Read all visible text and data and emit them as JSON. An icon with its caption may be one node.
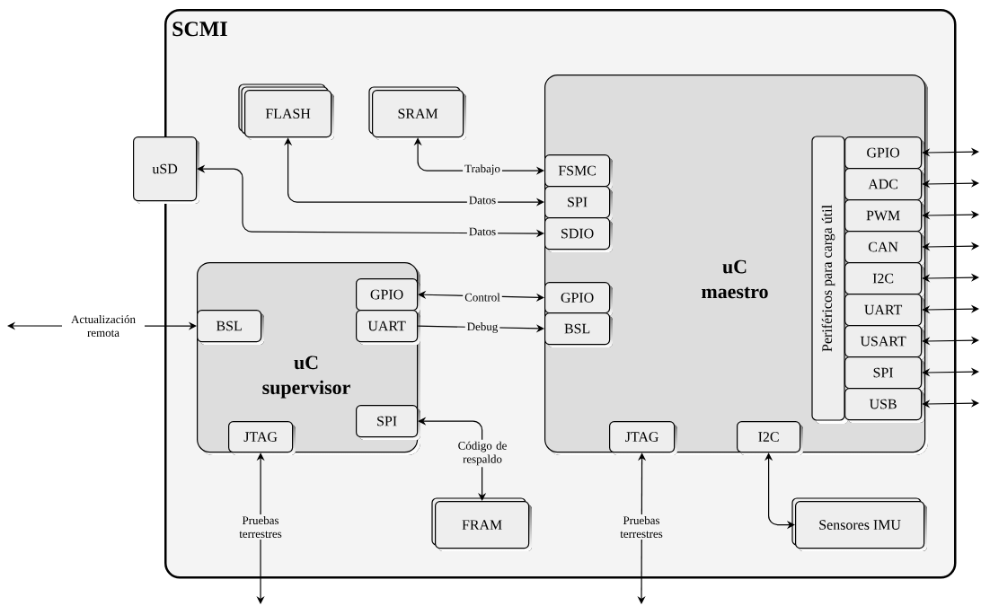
{
  "diagram": {
    "nodes": [
      {
        "text": [
          "SCMI"
        ]
      },
      {
        "text": [
          "uC maestro"
        ],
        "in": 0
      },
      {
        "text": [
          "Periféricos para carga útil"
        ],
        "in": 1
      },
      {
        "text": [
          "GPIO"
        ],
        "in": 1
      },
      {
        "text": [
          "ADC"
        ],
        "in": 1
      },
      {
        "text": [
          "PWM"
        ],
        "in": 1
      },
      {
        "text": [
          "CAN"
        ],
        "in": 1
      },
      {
        "text": [
          "I2C"
        ],
        "in": 1
      },
      {
        "text": [
          "UART"
        ],
        "in": 1
      },
      {
        "text": [
          "USART"
        ],
        "in": 1
      },
      {
        "text": [
          "SPI"
        ],
        "in": 1
      },
      {
        "text": [
          "USB"
        ],
        "in": 1
      },
      {
        "text": [
          "FSMC"
        ],
        "in": 1
      },
      {
        "text": [
          "SPI"
        ],
        "in": 1
      },
      {
        "text": [
          "SDIO"
        ],
        "in": 1
      },
      {
        "text": [
          "GPIO"
        ],
        "in": 1
      },
      {
        "text": [
          "BSL"
        ],
        "in": 1
      },
      {
        "text": [
          "JTAG"
        ],
        "in": 1
      },
      {
        "text": [
          "I2C"
        ],
        "in": 1
      },
      {
        "text": [
          "uC supervisor"
        ],
        "in": 0
      },
      {
        "text": [
          "GPIO"
        ],
        "in": 19
      },
      {
        "text": [
          "UART"
        ],
        "in": 19
      },
      {
        "text": [
          "BSL"
        ],
        "in": 19
      },
      {
        "text": [
          "SPI"
        ],
        "in": 19
      },
      {
        "text": [
          "JTAG"
        ],
        "in": 19
      },
      {
        "text": [
          "FLASH"
        ],
        "in": 0
      },
      {
        "text": [
          "SRAM"
        ],
        "in": 0
      },
      {
        "text": [
          "uSD"
        ]
      },
      {
        "text": [
          "FRAM"
        ],
        "in": 0
      },
      {
        "text": [
          "Sensores IMU"
        ],
        "in": 0
      }
    ],
    "edges": [
      {
        "from": 12,
        "to": 26,
        "arrow": "both",
        "label": "Trabajo"
      },
      {
        "from": 13,
        "to": 25,
        "arrow": "both",
        "label": "Datos"
      },
      {
        "from": 14,
        "to": 27,
        "arrow": "both",
        "label": "Datos"
      },
      {
        "from": 20,
        "to": 15,
        "arrow": "both",
        "label": "Control"
      },
      {
        "from": 21,
        "to": 16,
        "arrow": "to",
        "label": "Debug"
      },
      {
        "from": null,
        "to": 22,
        "arrow": "both",
        "label": "Actualización remota"
      },
      {
        "from": 23,
        "to": 28,
        "arrow": "both",
        "label": "Código de respaldo"
      },
      {
        "from": 24,
        "to": null,
        "arrow": "both",
        "label": "Pruebas terrestres"
      },
      {
        "from": 17,
        "to": null,
        "arrow": "both",
        "label": "Pruebas terrestres"
      },
      {
        "from": 18,
        "to": 29,
        "arrow": "both"
      },
      {
        "from": 3,
        "to": null,
        "arrow": "both"
      },
      {
        "from": 4,
        "to": null,
        "arrow": "both"
      },
      {
        "from": 5,
        "to": null,
        "arrow": "both"
      },
      {
        "from": 6,
        "to": null,
        "arrow": "both"
      },
      {
        "from": 7,
        "to": null,
        "arrow": "both"
      },
      {
        "from": 8,
        "to": null,
        "arrow": "both"
      },
      {
        "from": 9,
        "to": null,
        "arrow": "both"
      },
      {
        "from": 10,
        "to": null,
        "arrow": "both"
      },
      {
        "from": 11,
        "to": null,
        "arrow": "both"
      }
    ]
  }
}
